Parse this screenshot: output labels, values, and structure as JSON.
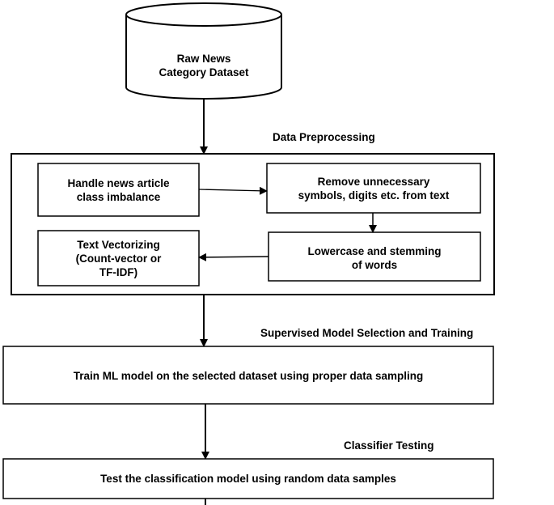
{
  "dataset": {
    "line1": "Raw News",
    "line2": "Category Dataset"
  },
  "sections": {
    "preprocessing": "Data Preprocessing",
    "training": "Supervised Model Selection and Training",
    "testing": "Classifier Testing"
  },
  "steps": {
    "imbalance": [
      "Handle news article",
      "class imbalance"
    ],
    "remove_symbols": [
      "Remove unnecessary",
      "symbols, digits etc. from text"
    ],
    "lowercase": [
      "Lowercase and stemming",
      "of words"
    ],
    "vectorize": [
      "Text Vectorizing",
      "(Count-vector or",
      "TF-IDF)"
    ],
    "train": "Train ML model on the selected dataset using proper data sampling",
    "test": "Test the classification model using random data samples"
  }
}
